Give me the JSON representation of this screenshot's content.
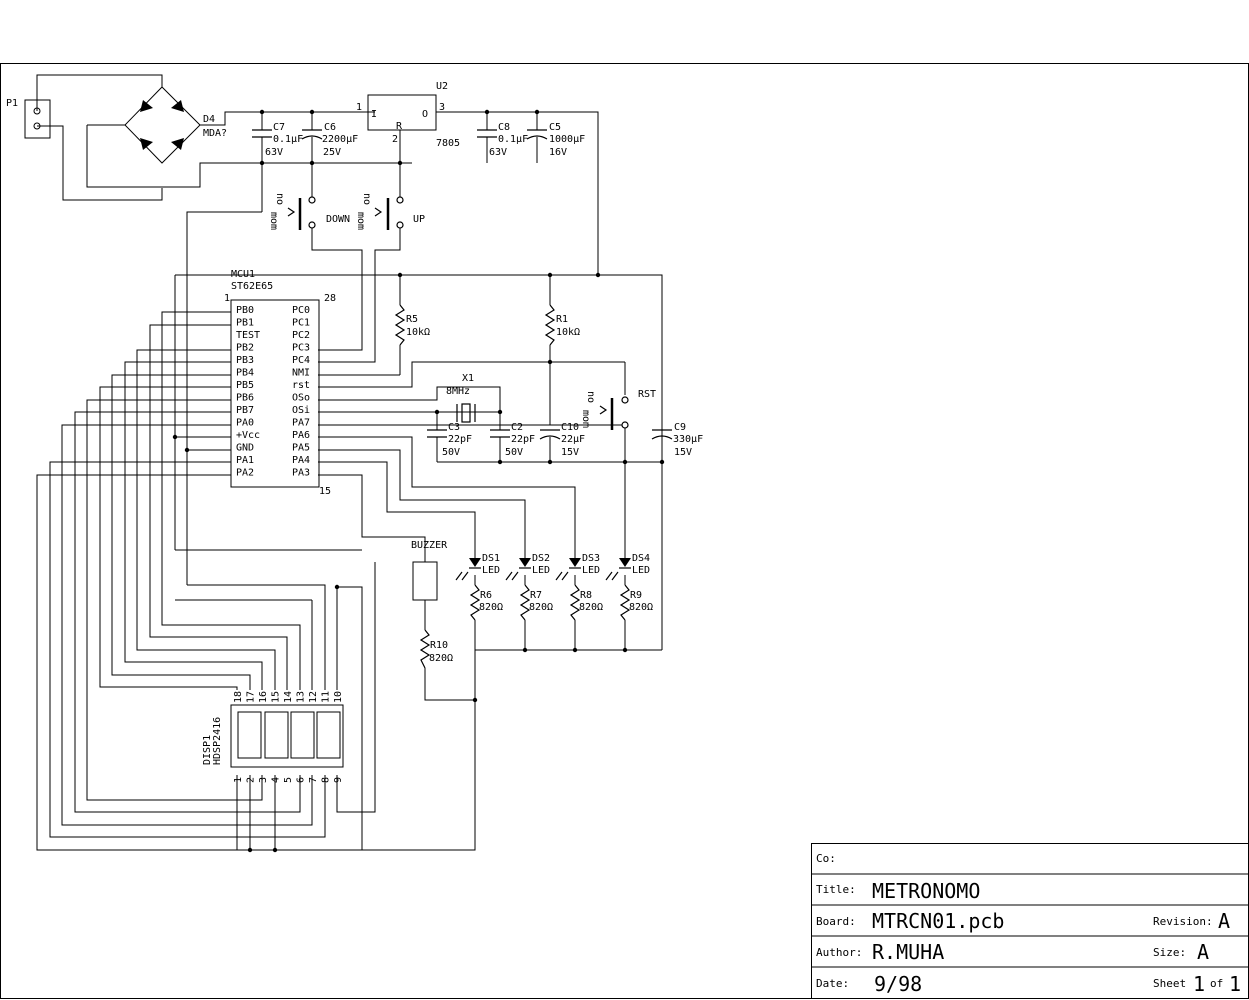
{
  "title_block": {
    "company_key": "Co:",
    "title_key": "Title:",
    "title_value": "METRONOMO",
    "board_key": "Board:",
    "board_value": "MTRCN01.pcb",
    "revision_key": "Revision:",
    "revision_value": "A",
    "author_key": "Author:",
    "author_value": "R.MUHA",
    "size_key": "Size:",
    "size_value": "A",
    "date_key": "Date:",
    "date_value": "9/98",
    "sheet_key": "Sheet",
    "sheet_value": "1",
    "of_key": "of",
    "of_value": "1"
  },
  "components": {
    "p1": "P1",
    "d4_ref": "D4",
    "d4_val": "MDA?",
    "c7_ref": "C7",
    "c7_val": "0.1µF",
    "c7_v": "63V",
    "c6_ref": "C6",
    "c6_val": "2200µF",
    "c6_v": "25V",
    "u2_ref": "U2",
    "u2_val": "7805",
    "u2_i": "I",
    "u2_r": "R",
    "u2_o": "O",
    "u2_p1": "1",
    "u2_p2": "2",
    "u2_p3": "3",
    "c8_ref": "C8",
    "c8_val": "0.1µF",
    "c8_v": "63V",
    "c5_ref": "C5",
    "c5_val": "1000µF",
    "c5_v": "16V",
    "down": "DOWN",
    "up": "UP",
    "rst": "RST",
    "sw_no": "no",
    "sw_mom": "mom",
    "mcu_ref": "MCU1",
    "mcu_val": "ST62E65",
    "mcu_pin1": "1",
    "mcu_pin28": "28",
    "mcu_pin15": "15",
    "mcu_left": [
      "PB0",
      "PB1",
      "TEST",
      "PB2",
      "PB3",
      "PB4",
      "PB5",
      "PB6",
      "PB7",
      "PA0",
      "+Vcc",
      "GND",
      "PA1",
      "PA2"
    ],
    "mcu_right": [
      "PC0",
      "PC1",
      "PC2",
      "PC3",
      "PC4",
      "NMI",
      "rst",
      "OSo",
      "OSi",
      "PA7",
      "PA6",
      "PA5",
      "PA4",
      "PA3"
    ],
    "r5_ref": "R5",
    "r5_val": "10kΩ",
    "r1_ref": "R1",
    "r1_val": "10kΩ",
    "x1_ref": "X1",
    "x1_val": "8MHz",
    "c3_ref": "C3",
    "c3_val": "22pF",
    "c3_v": "50V",
    "c2_ref": "C2",
    "c2_val": "22pF",
    "c2_v": "50V",
    "c10_ref": "C10",
    "c10_val": "22µF",
    "c10_v": "15V",
    "c9_ref": "C9",
    "c9_val": "330µF",
    "c9_v": "15V",
    "buzzer": "BUZZER",
    "ds1": "DS1",
    "ds2": "DS2",
    "ds3": "DS3",
    "ds4": "DS4",
    "led": "LED",
    "r6_ref": "R6",
    "r7_ref": "R7",
    "r8_ref": "R8",
    "r9_ref": "R9",
    "r10_ref": "R10",
    "r820": "820Ω",
    "disp_ref": "DISP1",
    "disp_val": "HDSP2416",
    "disp_top_pins": [
      "18",
      "17",
      "16",
      "15",
      "14",
      "13",
      "12",
      "11",
      "10"
    ],
    "disp_bot_pins": [
      "1",
      "2",
      "3",
      "4",
      "5",
      "6",
      "7",
      "8",
      "9"
    ]
  }
}
